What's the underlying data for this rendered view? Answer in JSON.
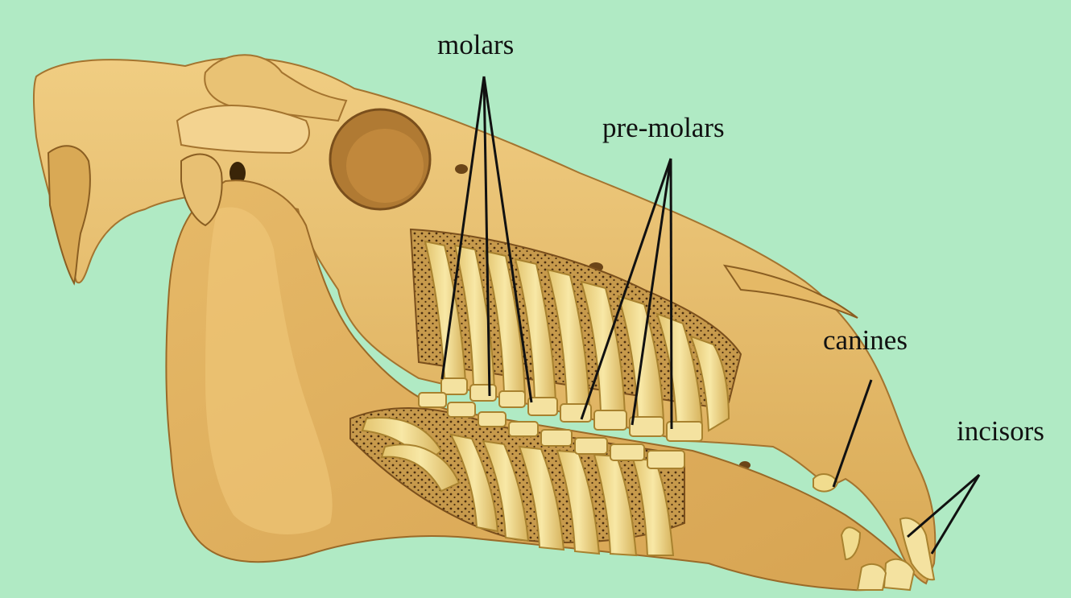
{
  "labels": {
    "molars": "molars",
    "premolars": "pre-molars",
    "canines": "canines",
    "incisors": "incisors"
  },
  "colors": {
    "background": "#b0eac4",
    "bone": "#e7bf6e",
    "bone_shadow": "#b98a3e",
    "bone_dark": "#8a5e22",
    "tooth": "#f1dc8e",
    "tooth_edge": "#a8822f",
    "socket": "#5a3a16",
    "leader": "#111111"
  }
}
